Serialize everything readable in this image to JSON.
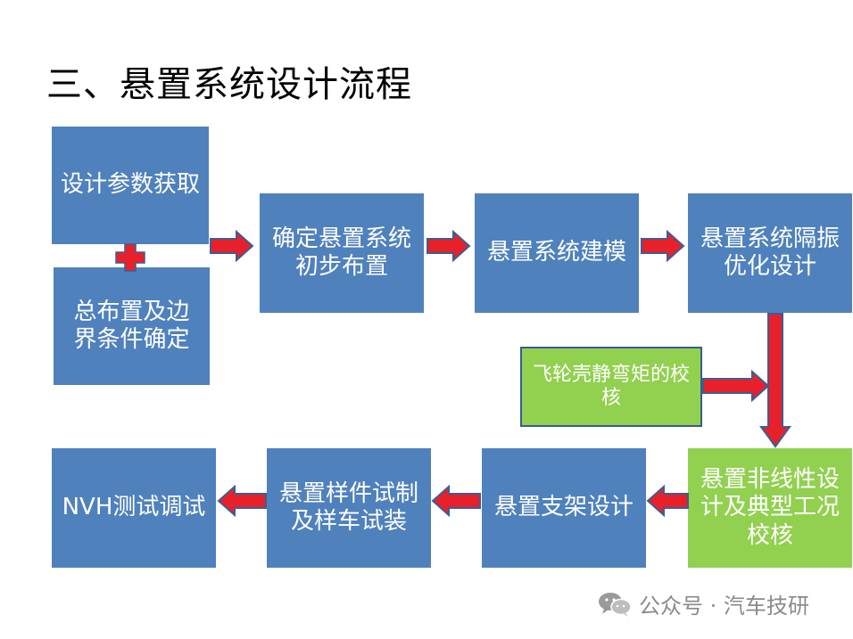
{
  "title": "三、悬置系统设计流程",
  "colors": {
    "box_blue": "#4f81bd",
    "box_green": "#92d050",
    "arrow_fill": "#e8202a",
    "arrow_stroke": "#3a5f94"
  },
  "nodes": {
    "params": "设计参数获取",
    "layout_boundary": "总布置及边界条件确定",
    "initial_layout": "确定悬置系统初步布置",
    "modeling": "悬置系统建模",
    "optimization": "悬置系统隔振优化设计",
    "flywheel_check": "飞轮壳静弯矩的校核",
    "nonlinear_design": "悬置非线性设计及典型工况校核",
    "bracket_design": "悬置支架设计",
    "prototype": "悬置样件试制及样车试装",
    "nvh_tuning": "NVH测试调试"
  },
  "watermark": {
    "icon": "wechat-icon",
    "text": "公众号 · 汽车技研"
  }
}
